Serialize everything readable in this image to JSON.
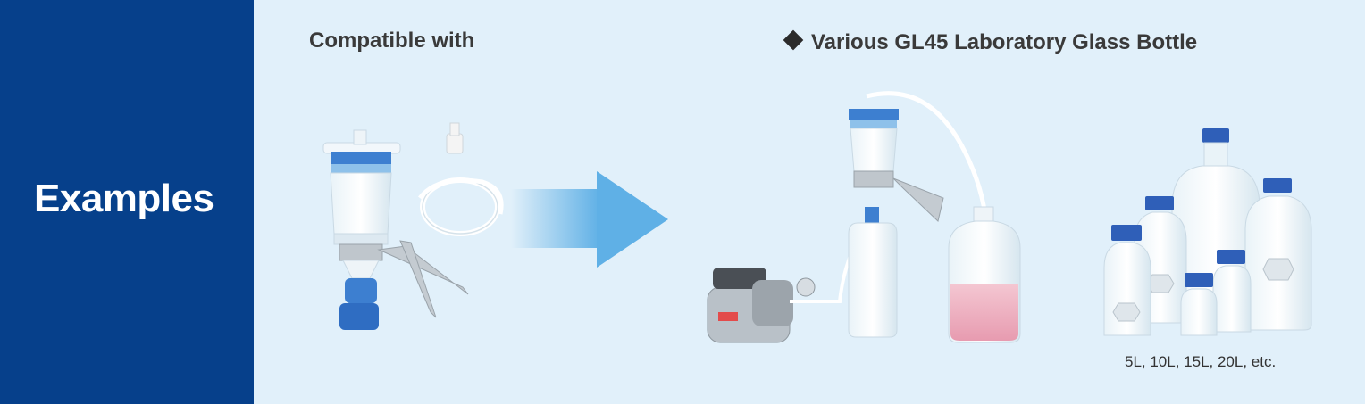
{
  "sidebar": {
    "title": "Examples"
  },
  "header": {
    "compatible_label": "Compatible with"
  },
  "product": {
    "title": "Various GL45 Laboratory Glass Bottle",
    "bullet_icon": "diamond-icon"
  },
  "bottles": {
    "caption": "5L, 10L, 15L, 20L, etc."
  },
  "colors": {
    "sidebar_bg": "#06408b",
    "page_bg": "#e1f0fa",
    "arrow": "#6db6e8",
    "cap_blue": "#2f5fb8"
  }
}
